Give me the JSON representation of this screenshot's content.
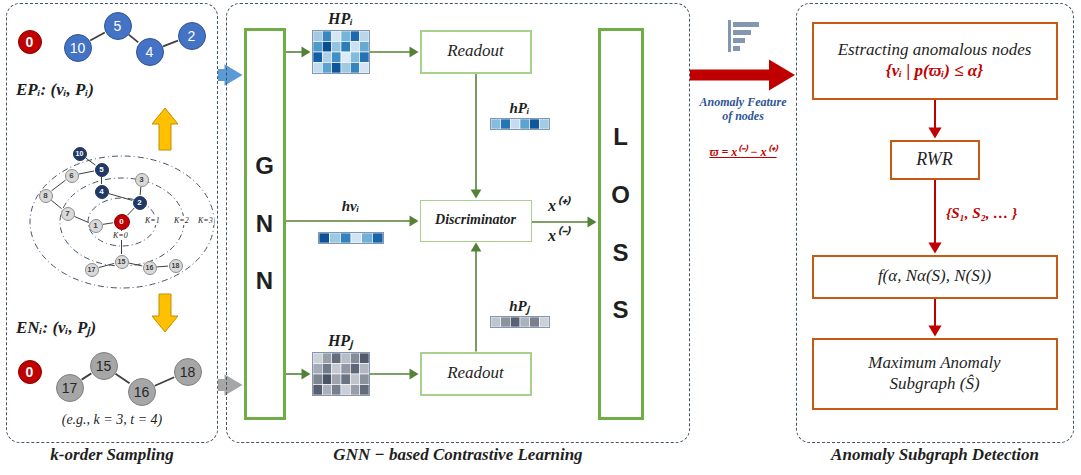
{
  "diagram": {
    "nodes": [
      {
        "text": [
          "k-order Sampling"
        ]
      },
      {
        "text": [
          "GNN − based Contrastive Learning"
        ]
      },
      {
        "text": [
          "Anomaly Subgraph Detection"
        ]
      },
      {
        "text": [
          "0"
        ],
        "in": 0
      },
      {
        "text": [
          "10"
        ],
        "in": 0
      },
      {
        "text": [
          "5"
        ],
        "in": 0
      },
      {
        "text": [
          "4"
        ],
        "in": 0
      },
      {
        "text": [
          "2"
        ],
        "in": 0
      },
      {
        "text": [
          "0"
        ],
        "in": 0
      },
      {
        "text": [
          "2"
        ],
        "in": 0
      },
      {
        "text": [
          "4"
        ],
        "in": 0
      },
      {
        "text": [
          "5"
        ],
        "in": 0
      },
      {
        "text": [
          "10"
        ],
        "in": 0
      },
      {
        "text": [
          "3"
        ],
        "in": 0
      },
      {
        "text": [
          "6"
        ],
        "in": 0
      },
      {
        "text": [
          "8"
        ],
        "in": 0
      },
      {
        "text": [
          "7"
        ],
        "in": 0
      },
      {
        "text": [
          "1"
        ],
        "in": 0
      },
      {
        "text": [
          "17"
        ],
        "in": 0
      },
      {
        "text": [
          "15"
        ],
        "in": 0
      },
      {
        "text": [
          "16"
        ],
        "in": 0
      },
      {
        "text": [
          "18"
        ],
        "in": 0
      },
      {
        "text": [
          "0"
        ],
        "in": 0
      },
      {
        "text": [
          "17"
        ],
        "in": 0
      },
      {
        "text": [
          "15"
        ],
        "in": 0
      },
      {
        "text": [
          "16"
        ],
        "in": 0
      },
      {
        "text": [
          "18"
        ],
        "in": 0
      },
      {
        "text": [
          "GNN"
        ],
        "in": 1
      },
      {
        "text": [
          "HPᵢ"
        ],
        "in": 1
      },
      {
        "text": [
          "Readout"
        ],
        "in": 1
      },
      {
        "text": [
          "hPᵢ"
        ],
        "in": 1
      },
      {
        "text": [
          "hvᵢ"
        ],
        "in": 1
      },
      {
        "text": [
          "Discriminator"
        ],
        "in": 1
      },
      {
        "text": [
          "HPⱼ"
        ],
        "in": 1
      },
      {
        "text": [
          "Readout"
        ],
        "in": 1
      },
      {
        "text": [
          "hPⱼ"
        ],
        "in": 1
      },
      {
        "text": [
          "LOSS"
        ],
        "in": 1
      },
      {
        "text": [
          "Estracting anomalous nodes",
          "{vᵢ | p(ϖᵢ) ≤ α}"
        ],
        "in": 2
      },
      {
        "text": [
          "RWR"
        ],
        "in": 2
      },
      {
        "text": [
          "f(α, Nα(S), N(S))"
        ],
        "in": 2
      },
      {
        "text": [
          "Maximum Anomaly Subgraph (Ŝ)"
        ],
        "in": 2
      }
    ],
    "edges": [
      {
        "from": 4,
        "to": 5,
        "arrow": "none"
      },
      {
        "from": 5,
        "to": 6,
        "arrow": "none"
      },
      {
        "from": 6,
        "to": 7,
        "arrow": "none"
      },
      {
        "from": 8,
        "to": 9,
        "arrow": "none"
      },
      {
        "from": 9,
        "to": 10,
        "arrow": "none"
      },
      {
        "from": 10,
        "to": 11,
        "arrow": "none"
      },
      {
        "from": 11,
        "to": 12,
        "arrow": "none"
      },
      {
        "from": 9,
        "to": 13,
        "arrow": "none"
      },
      {
        "from": 11,
        "to": 14,
        "arrow": "none"
      },
      {
        "from": 14,
        "to": 15,
        "arrow": "none"
      },
      {
        "from": 15,
        "to": 16,
        "arrow": "none"
      },
      {
        "from": 16,
        "to": 17,
        "arrow": "none"
      },
      {
        "from": 17,
        "to": 8,
        "arrow": "none"
      },
      {
        "from": 8,
        "to": 19,
        "arrow": "none"
      },
      {
        "from": 19,
        "to": 18,
        "arrow": "none"
      },
      {
        "from": 19,
        "to": 20,
        "arrow": "none"
      },
      {
        "from": 20,
        "to": 21,
        "arrow": "none"
      },
      {
        "from": 23,
        "to": 24,
        "arrow": "none"
      },
      {
        "from": 24,
        "to": 25,
        "arrow": "none"
      },
      {
        "from": 25,
        "to": 26,
        "arrow": "none"
      },
      {
        "from": 0,
        "to": 27,
        "arrow": "to"
      },
      {
        "from": 0,
        "to": 27,
        "arrow": "to"
      },
      {
        "from": 1,
        "to": 2,
        "arrow": "to"
      },
      {
        "from": 27,
        "to": 28,
        "arrow": "to"
      },
      {
        "from": 28,
        "to": 29,
        "arrow": "to"
      },
      {
        "from": 29,
        "to": 32,
        "arrow": "to"
      },
      {
        "from": 27,
        "to": 32,
        "arrow": "to"
      },
      {
        "from": 27,
        "to": 33,
        "arrow": "to"
      },
      {
        "from": 33,
        "to": 34,
        "arrow": "to"
      },
      {
        "from": 34,
        "to": 32,
        "arrow": "to"
      },
      {
        "from": 32,
        "to": 36,
        "arrow": "to"
      },
      {
        "from": 37,
        "to": 38,
        "arrow": "to"
      },
      {
        "from": 38,
        "to": 39,
        "arrow": "to"
      },
      {
        "from": 39,
        "to": 40,
        "arrow": "to"
      }
    ],
    "labels": [
      "EPᵢ: (vᵢ, Pᵢ)",
      "K=0",
      "K=1",
      "K=2",
      "K=3",
      "ENᵢ: (vᵢ, Pⱼ)",
      "(e.g., k = 3, t = 4)",
      "x⁽⁺⁾",
      "x⁽⁻⁾",
      "Anomaly Feature of nodes",
      "ϖ = x⁽⁻⁾ − x⁽⁺⁾",
      "{S₁, S₂, … }"
    ]
  }
}
